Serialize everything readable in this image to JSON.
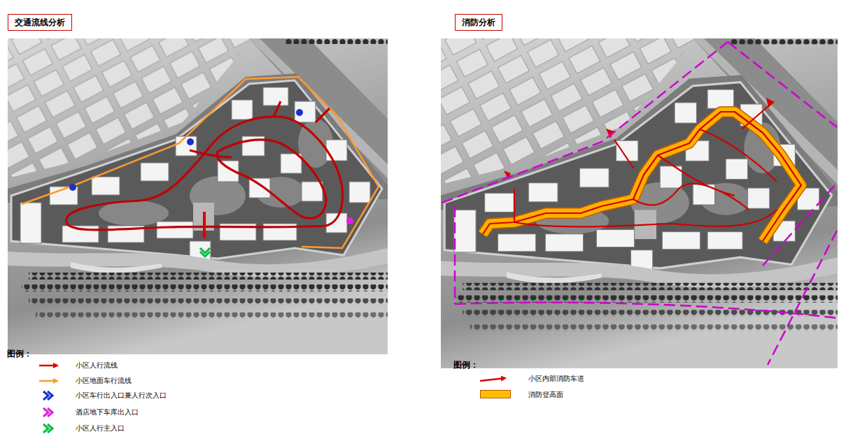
{
  "diagram": {
    "nodes": [
      {
        "text": [
          "交通流线分析"
        ]
      },
      {
        "text": [
          "消防分析"
        ]
      }
    ],
    "labels": [
      "图例：",
      "图例："
    ],
    "legend": [
      {
        "text": "小区人行流线"
      },
      {
        "text": "小区地面车行流线"
      },
      {
        "text": "小区车行出入口兼人行次入口"
      },
      {
        "text": "酒店地下车库出入口"
      },
      {
        "text": "小区人行主入口"
      },
      {
        "text": "小区内部消防车道"
      },
      {
        "text": "消防登高面",
        "color": "#FFC000"
      }
    ]
  }
}
